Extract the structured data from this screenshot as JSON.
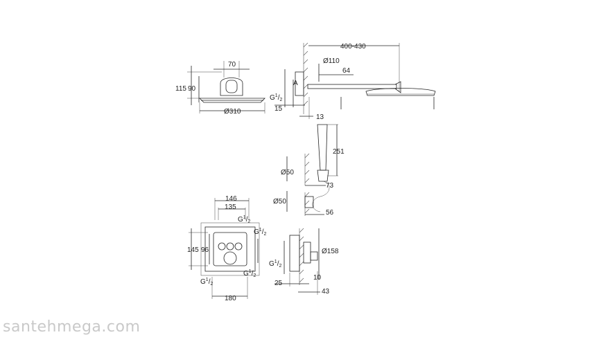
{
  "diagram": {
    "top_left": {
      "width_top": "70",
      "height_outer": "115",
      "height_inner": "90",
      "diameter": "Ø310"
    },
    "top_right": {
      "arm_length": "400-430",
      "flange_diameter": "Ø110",
      "arm_offset": "64",
      "thread": "G",
      "thread_frac_num": "1",
      "thread_frac_den": "2",
      "wall_depth": "15",
      "wall_offset": "13",
      "axis_letter": "A"
    },
    "hand_shower": {
      "height": "251",
      "holder_diameter": "Ø50",
      "outlet_diameter": "Ø50",
      "holder_depth": "73",
      "outlet_depth": "56"
    },
    "thermostat_front": {
      "width_outer": "146",
      "width_inner": "135",
      "height_outer": "145",
      "height_inner": "96",
      "bottom_width": "180",
      "thread": "G",
      "frac_num": "1",
      "frac_den": "2"
    },
    "thermostat_side": {
      "knob_diameter": "Ø158",
      "depth_left": "25",
      "depth_mid": "10",
      "depth_total": "43",
      "thread": "G",
      "frac_num": "1",
      "frac_den": "2"
    }
  },
  "watermark": "santehmega.com"
}
